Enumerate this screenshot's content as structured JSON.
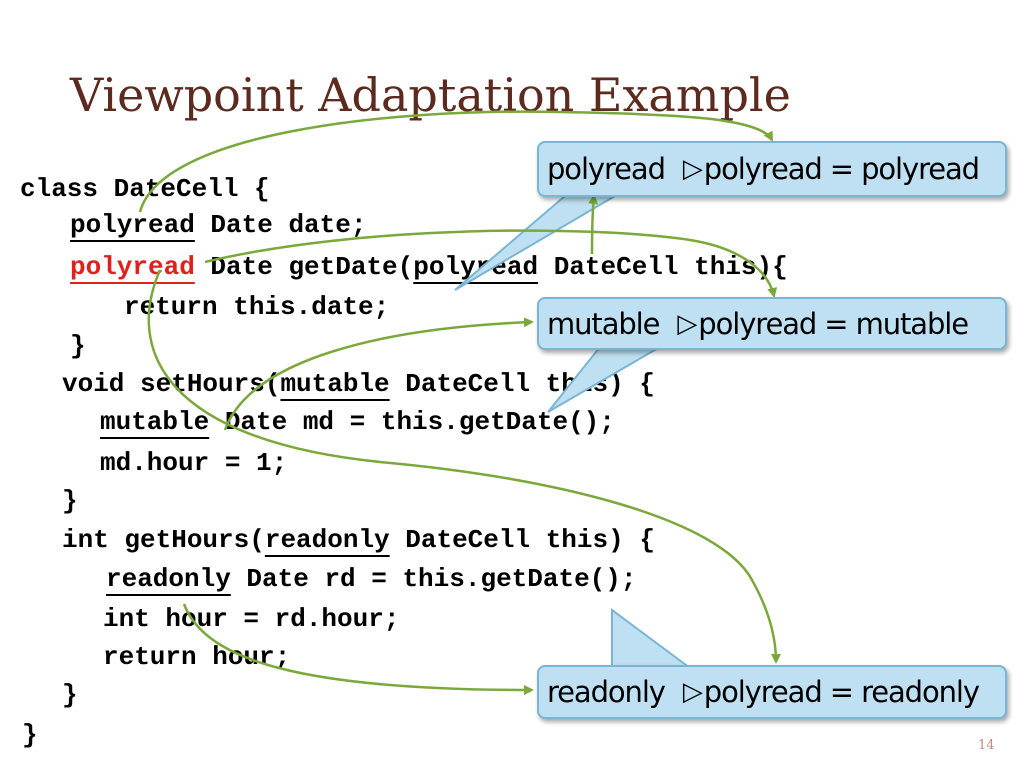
{
  "slide": {
    "title": "Viewpoint Adaptation Example",
    "page_number": "14"
  },
  "code": {
    "line1": "class DateCell {",
    "line2_qual": "polyread",
    "line2_rest": " Date date;",
    "line3_qual": "polyread",
    "line3_mid": " Date getDate(",
    "line3_qual2": "polyread",
    "line3_rest": " DateCell this){",
    "line4_kw": "return",
    "line4_rest": " this.date;",
    "line5": "}",
    "line6_pre": "void setHours(",
    "line6_qual": "mutable",
    "line6_rest": " DateCell this) {",
    "line7_qual": "mutable",
    "line7_rest": " Date md = this.getDate();",
    "line8": "md.hour = 1;",
    "line9": "}",
    "line10_pre": "int getHours(",
    "line10_qual": "readonly",
    "line10_rest": " DateCell this) {",
    "line11_qual": "readonly",
    "line11_rest": " Date rd = this.getDate();",
    "line12": "int hour = rd.hour;",
    "line13": "return hour;",
    "line14": "}",
    "line15": "}"
  },
  "callouts": {
    "polyread": {
      "left": "polyread",
      "op": "▷",
      "right": "polyread = polyread"
    },
    "mutable": {
      "left": "mutable",
      "op": "▷",
      "right": "polyread = mutable"
    },
    "readonly": {
      "left": "readonly",
      "op": "▷",
      "right": "polyread = readonly"
    }
  },
  "colors": {
    "title": "#5c2a1e",
    "red_qualifier": "#e0201c",
    "arrow": "#7aa83a",
    "callout_fill": "#bfe0f2",
    "callout_border": "#7ab5d4"
  }
}
